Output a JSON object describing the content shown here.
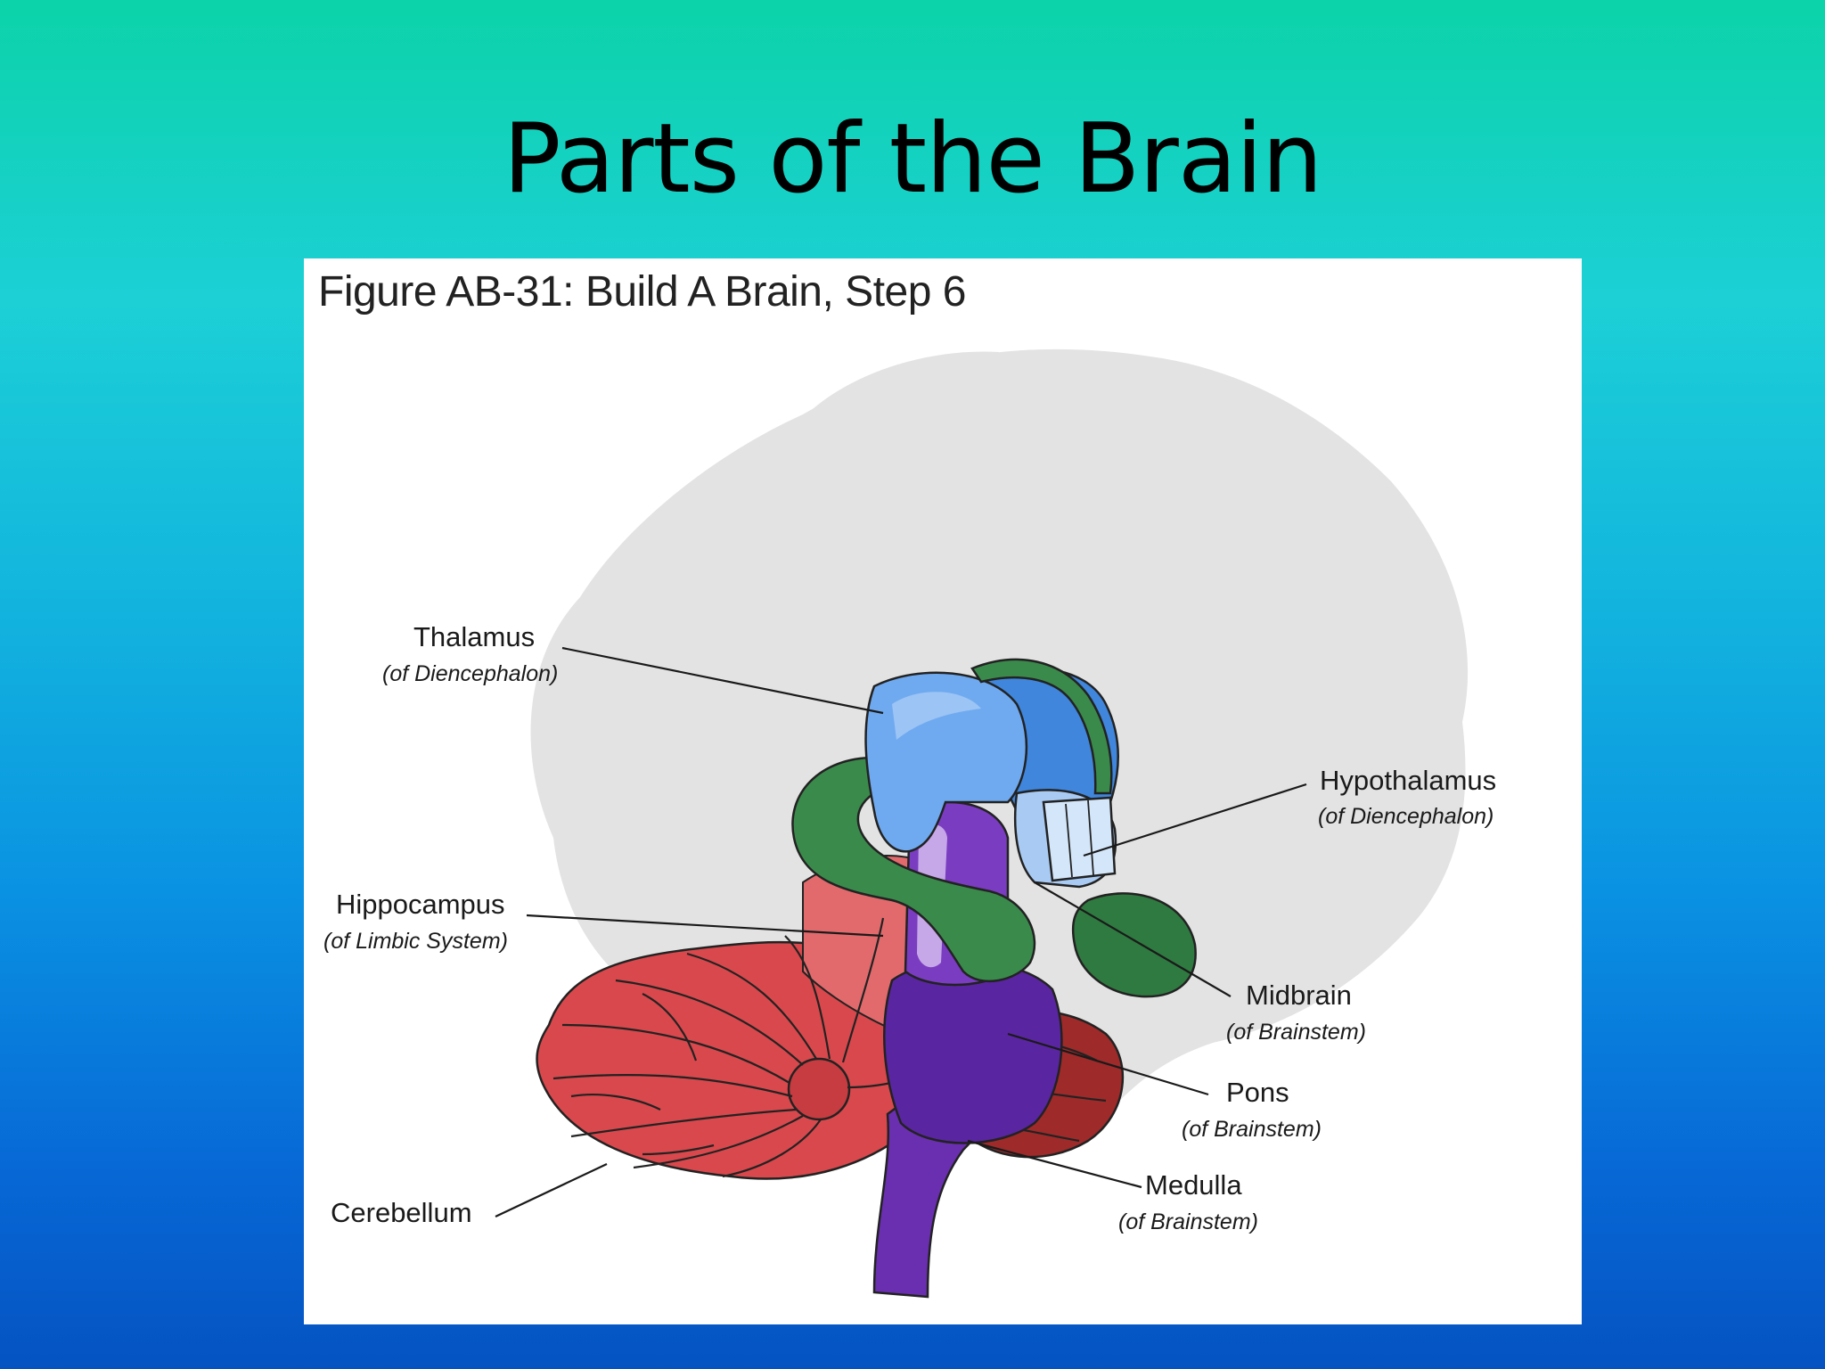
{
  "slide": {
    "title": "Parts of the Brain"
  },
  "figure": {
    "caption": "Figure AB-31: Build A Brain, Step 6",
    "labels": [
      {
        "id": "thalamus",
        "name": "Thalamus",
        "sub": "(of Diencephalon)"
      },
      {
        "id": "hypothalamus",
        "name": "Hypothalamus",
        "sub": "(of Diencephalon)"
      },
      {
        "id": "hippocampus",
        "name": "Hippocampus",
        "sub": "(of Limbic System)"
      },
      {
        "id": "midbrain",
        "name": "Midbrain",
        "sub": "(of Brainstem)"
      },
      {
        "id": "pons",
        "name": "Pons",
        "sub": "(of Brainstem)"
      },
      {
        "id": "medulla",
        "name": "Medulla",
        "sub": "(of Brainstem)"
      },
      {
        "id": "cerebellum",
        "name": "Cerebellum",
        "sub": ""
      }
    ],
    "colors": {
      "brain_outline": "#e3e3e3",
      "cerebellum": "#d9484c",
      "brainstem": "#6a2fb0",
      "thalamus": "#6faaf0",
      "hypothalamus": "#b9d6f7",
      "hippocampus": "#3a8a4c",
      "leader_line": "#1a1a1a"
    }
  }
}
